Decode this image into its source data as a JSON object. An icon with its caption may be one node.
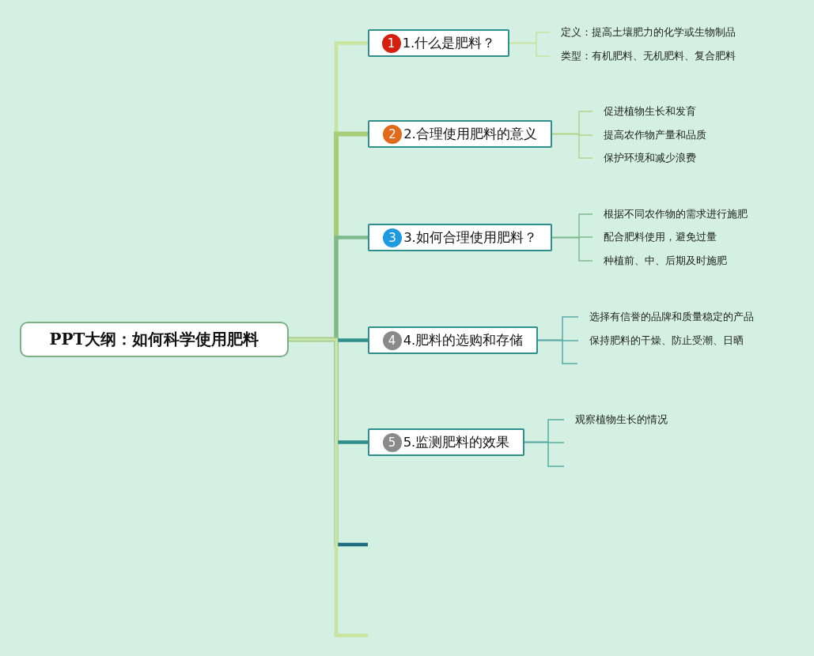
{
  "diagram": {
    "nodes": [
      {
        "text": [
          "PPT大纲：如何科学使用肥料"
        ]
      },
      {
        "text": [
          "1",
          "1.什么是肥料？"
        ]
      },
      {
        "text": [
          "2",
          "2.合理使用肥料的意义"
        ]
      },
      {
        "text": [
          "3",
          "3.如何合理使用肥料？"
        ]
      },
      {
        "text": [
          "4",
          "4.肥料的选购和存储"
        ]
      },
      {
        "text": [
          "5",
          "5.监测肥料的效果"
        ]
      },
      {
        "text": [
          "定义：提高土壤肥力的化学或生物制品"
        ]
      },
      {
        "text": [
          "类型：有机肥料、无机肥料、复合肥料"
        ]
      },
      {
        "text": [
          "促进植物生长和发育"
        ]
      },
      {
        "text": [
          "提高农作物产量和品质"
        ]
      },
      {
        "text": [
          "保护环境和减少浪费"
        ]
      },
      {
        "text": [
          "根据不同农作物的需求进行施肥"
        ]
      },
      {
        "text": [
          "配合肥料使用，避免过量"
        ]
      },
      {
        "text": [
          "种植前、中、后期及时施肥"
        ]
      },
      {
        "text": [
          "选择有信誉的品牌和质量稳定的产品"
        ]
      },
      {
        "text": [
          "保持肥料的干燥、防止受潮、日晒"
        ]
      },
      {
        "text": [
          "观察植物生长的情况"
        ]
      }
    ],
    "edges": [
      {
        "from": 0,
        "to": 1,
        "arrow": "none",
        "style": "thick",
        "color": "#c8e4a0"
      },
      {
        "from": 0,
        "to": 2,
        "arrow": "none",
        "style": "thick",
        "color": "#a8cc78"
      },
      {
        "from": 0,
        "to": 3,
        "arrow": "none",
        "style": "thick",
        "color": "#80b890"
      },
      {
        "from": 0,
        "to": 4,
        "arrow": "none",
        "style": "thick",
        "color": "#2f8f8c"
      },
      {
        "from": 0,
        "to": 5,
        "arrow": "none",
        "style": "thick",
        "color": "#2f8f8c"
      },
      {
        "from": 0,
        "to": null,
        "arrow": "none",
        "style": "thick",
        "color": "#1f6f80"
      },
      {
        "from": 0,
        "to": null,
        "arrow": "none",
        "style": "thick",
        "color": "#c8e4a0"
      },
      {
        "from": 1,
        "to": 6,
        "arrow": "none",
        "color": "#c8e4a0"
      },
      {
        "from": 1,
        "to": 7,
        "arrow": "none",
        "color": "#c8e4a0"
      },
      {
        "from": 2,
        "to": 8,
        "arrow": "none",
        "color": "#b2d58c"
      },
      {
        "from": 2,
        "to": 9,
        "arrow": "none",
        "color": "#b2d58c"
      },
      {
        "from": 2,
        "to": 10,
        "arrow": "none",
        "color": "#b2d58c"
      },
      {
        "from": 3,
        "to": 11,
        "arrow": "none",
        "color": "#80b890"
      },
      {
        "from": 3,
        "to": 12,
        "arrow": "none",
        "color": "#80b890"
      },
      {
        "from": 3,
        "to": 13,
        "arrow": "none",
        "color": "#80b890"
      },
      {
        "from": 4,
        "to": 14,
        "arrow": "none",
        "color": "#5aa9a6"
      },
      {
        "from": 4,
        "to": 15,
        "arrow": "none",
        "color": "#5aa9a6"
      },
      {
        "from": 4,
        "to": null,
        "arrow": "none",
        "color": "#5aa9a6"
      },
      {
        "from": 5,
        "to": 16,
        "arrow": "none",
        "color": "#5aa9a6"
      },
      {
        "from": 5,
        "to": null,
        "arrow": "none",
        "color": "#5aa9a6"
      },
      {
        "from": 5,
        "to": null,
        "arrow": "none",
        "color": "#5aa9a6"
      }
    ]
  }
}
